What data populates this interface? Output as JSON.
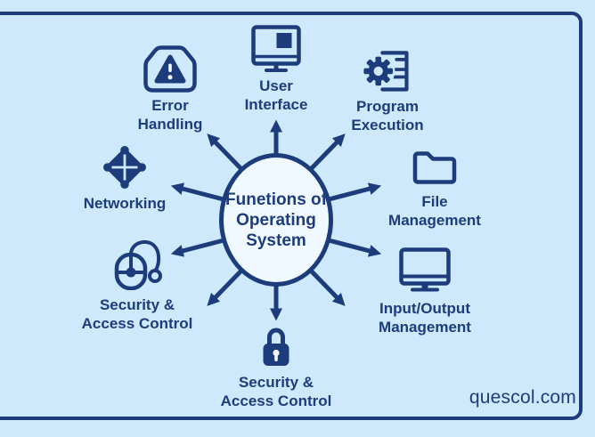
{
  "colors": {
    "background": "#cfe9fc",
    "navy": "#1d3c7c",
    "circle_fill": "#f0f9ff",
    "frame_border": "#1d3c7c"
  },
  "center": {
    "line1": "Funetions of",
    "line2": "Operating",
    "line3": "System"
  },
  "nodes": {
    "error_handling": {
      "line1": "Error",
      "line2": "Handling",
      "icon": "warning-icon"
    },
    "user_interface": {
      "line1": "User",
      "line2": "Interface",
      "icon": "monitor-screen-icon"
    },
    "program_execution": {
      "line1": "Program",
      "line2": "Execution",
      "icon": "gear-document-icon"
    },
    "networking": {
      "line1": "Networking",
      "icon": "network-diamond-icon"
    },
    "file_management": {
      "line1": "File",
      "line2": "Management",
      "icon": "folder-icon"
    },
    "security_access_left": {
      "line1": "Security &",
      "line2": "Access Control",
      "icon": "mouse-icon"
    },
    "io_management": {
      "line1": "Input/Output",
      "line2": "Management",
      "icon": "monitor-icon"
    },
    "security_access_bottom": {
      "line1": "Security &",
      "line2": "Access Control",
      "icon": "lock-icon"
    }
  },
  "watermark": "quescol.com"
}
